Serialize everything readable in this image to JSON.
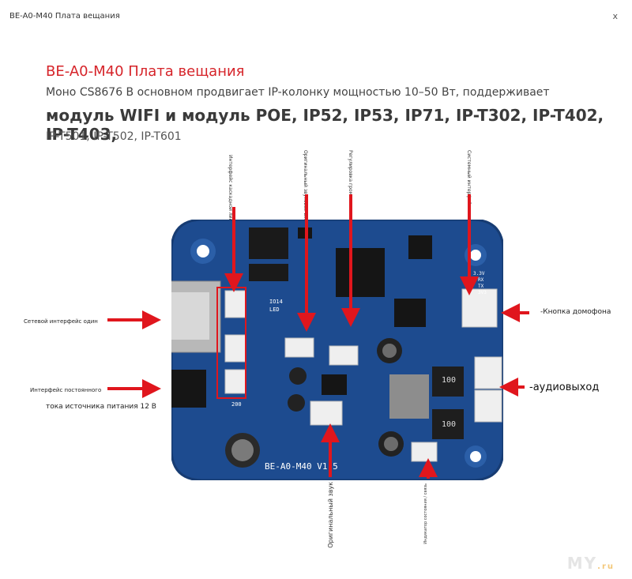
{
  "window": {
    "title": "BE-A0-M40 Плата вещания",
    "close": "x"
  },
  "heading": "BE-A0-M40 Плата вещания",
  "desc": {
    "line1": "Моно CS8676 В основном продвигает IP-колонку мощностью 10–50 Вт, поддерживает",
    "line2": "модуль WIFI и модуль POE, IP52, IP53, IP71, IP-T302, IP-T402, IP-T403,",
    "line3": "IP-T501, IP-T502, IP-T601"
  },
  "labels": {
    "cascade": "Интерфейс каскадной линии",
    "orig_in": "Оригинальный звуковой вход",
    "volume": "Регулировка громкости",
    "system": "Системный интерфейс",
    "network": "Сетевой интерфейс один",
    "power_a": "Интерфейс постоянного",
    "power_b": "тока источника питания 12 В",
    "intercom": "-Кнопка домофона",
    "audio_out": "-аудиовыход",
    "orig_sound": "Оригинальный звук",
    "speaker": "Индикатор состояния / связь"
  },
  "board": {
    "silk": "BE-A0-M40 V1.5",
    "pins": [
      "3.3V",
      "RX",
      "TX",
      "3V3"
    ],
    "chip1": "100",
    "chip2": "100",
    "res": "200",
    "led": "LED",
    "io": "IO14"
  },
  "watermark": {
    "main": "MY",
    "suffix": ".ru"
  },
  "colors": {
    "accent": "#d6242a",
    "board": "#1d4b8f",
    "arrow": "#e0161d"
  }
}
